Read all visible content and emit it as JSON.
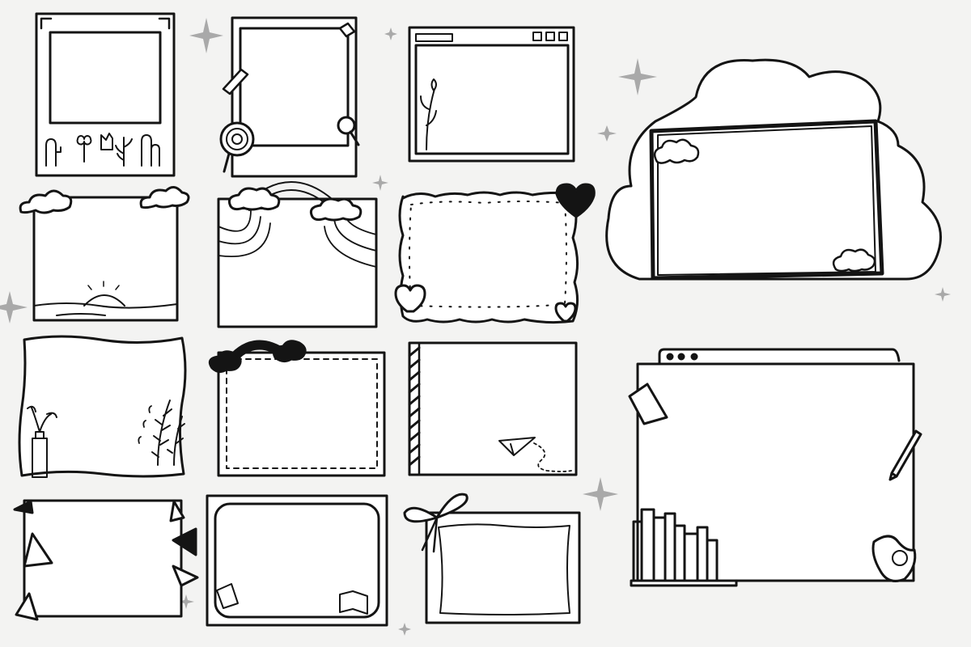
{
  "canvas": {
    "background": "#f3f3f2",
    "ink": "#141414",
    "sparkle": "#a9a9a9"
  },
  "frames": [
    {
      "name": "polaroid-frame-cactus",
      "motif": "cactus-plants"
    },
    {
      "name": "polaroid-frame-candy",
      "motif": "candy-lollipop-stickers"
    },
    {
      "name": "window-frame-flower",
      "motif": "browser-window-flower"
    },
    {
      "name": "cloud-frame-large",
      "motif": "cloud-outline-board"
    },
    {
      "name": "clouds-sunset-frame",
      "motif": "clouds-sunrise"
    },
    {
      "name": "rainbow-clouds-frame",
      "motif": "rainbow-clouds"
    },
    {
      "name": "wavy-hearts-frame",
      "motif": "wavy-border-hearts"
    },
    {
      "name": "wavy-vase-frame",
      "motif": "vase-flowers-leaves"
    },
    {
      "name": "rainbow-dashed-frame",
      "motif": "black-rainbow-dashed"
    },
    {
      "name": "striped-paper-plane-frame",
      "motif": "striped-edge-paper-plane"
    },
    {
      "name": "browser-books-frame",
      "motif": "browser-books-pencil-tape"
    },
    {
      "name": "bunting-frame",
      "motif": "pennant-flags"
    },
    {
      "name": "rounded-stationery-frame",
      "motif": "rounded-pencil-book"
    },
    {
      "name": "bow-frame",
      "motif": "ribbon-bow"
    }
  ]
}
